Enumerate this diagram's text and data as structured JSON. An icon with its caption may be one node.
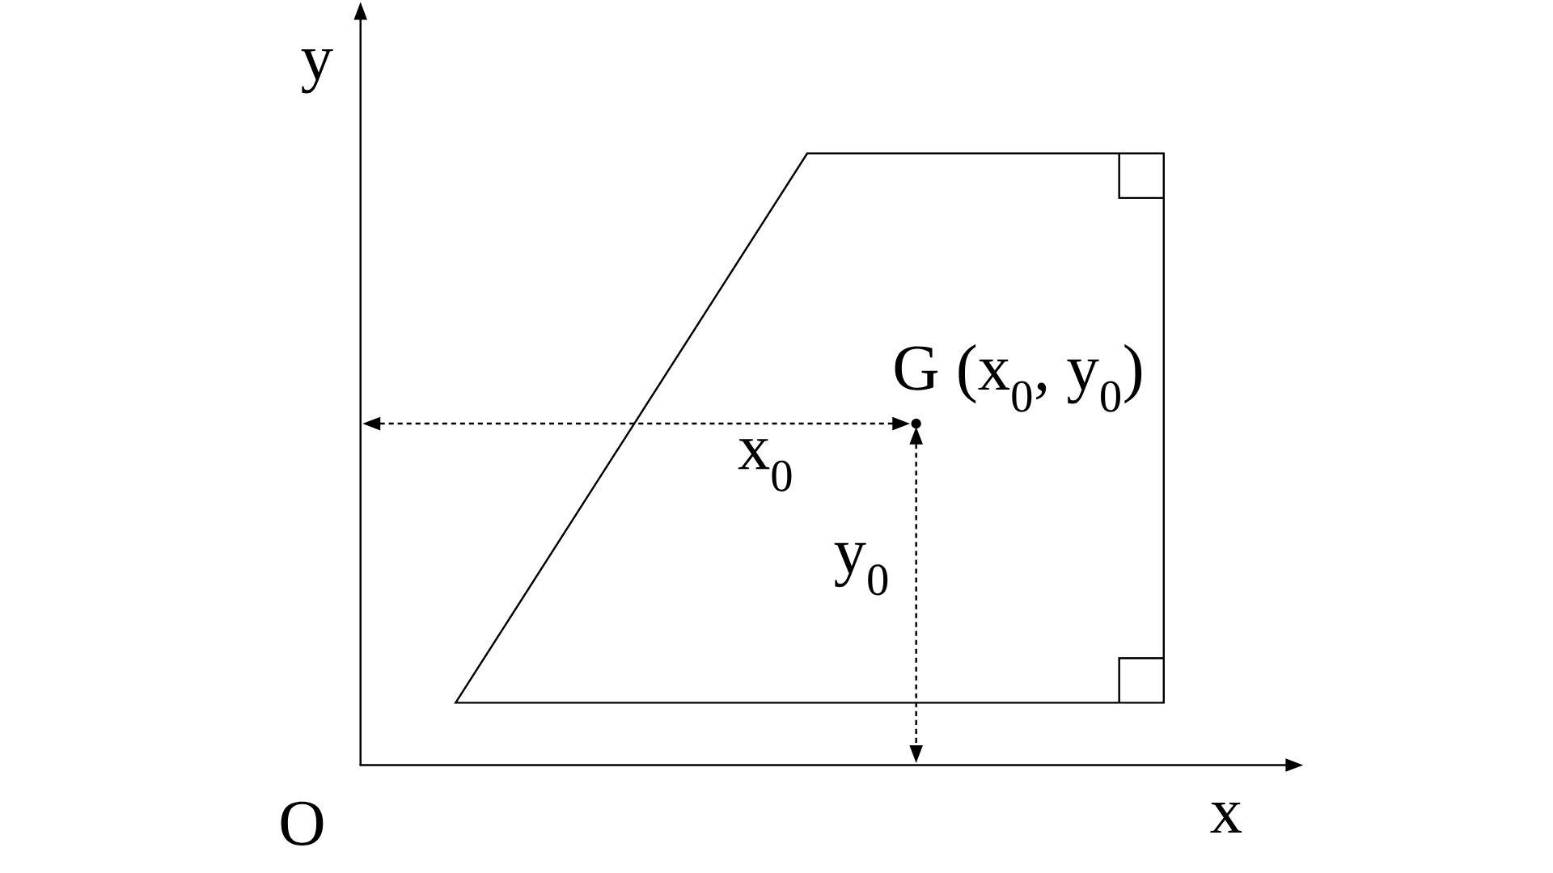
{
  "diagram": {
    "labels": [
      "y",
      "G (x$_{0}$, y$_{0}$)",
      "x$_{0}$",
      "y$_{0}$",
      "O",
      "x"
    ]
  }
}
